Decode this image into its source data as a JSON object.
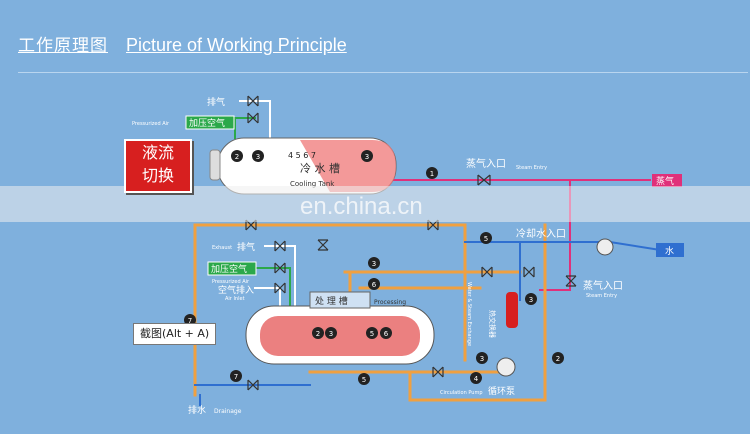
{
  "header": {
    "title_cn": "工作原理图",
    "title_en": "Picture of Working Principle"
  },
  "watermark": "en.china.cn",
  "tooltip": "截图(Alt + A)",
  "control_box": {
    "line1": "液流",
    "line2": "切换"
  },
  "labels": {
    "exhaust_top_cn": "排气",
    "pressurized_air_top_en": "Pressurized Air",
    "pressurized_air_top_cn": "加压空气",
    "cooling_tank_cn": "冷 水 槽",
    "cooling_tank_en": "Cooling Tank",
    "cooling_tank_nums": "4 5 6 7",
    "steam_entry_top_cn": "蒸气入口",
    "steam_entry_top_en": "Steam Entry",
    "steam_tag": "蒸气",
    "exhaust_left_en": "Exhaust",
    "exhaust_left_cn": "排气",
    "pressurized_air_left_cn": "加压空气",
    "pressurized_air_left_en": "Pressurized Air",
    "air_inlet_cn": "空气排入",
    "air_inlet_en": "Air Inlet",
    "cooling_water_entry_cn": "冷却水入口",
    "water_tag": "水",
    "steam_entry_right_cn": "蒸气入口",
    "steam_entry_right_en": "Steam Entry",
    "processing_tank_cn": "处 理 槽",
    "processing_tank_en": "Processing",
    "circulation_pump_en": "Circulation Pump",
    "circulation_pump_cn": "循环泵",
    "drainage_cn": "排水",
    "drainage_en": "Drainage",
    "heat_exchanger_cn": "热交换器",
    "vertical_note": "Water & Steam Exchange"
  },
  "callouts": {
    "n1": "1",
    "n2": "2",
    "n3": "3",
    "n4": "4",
    "n5": "5",
    "n6": "6",
    "n7": "7"
  },
  "colors": {
    "background": "#7fb0dd",
    "steam": "#e0307a",
    "air": "#2ba84a",
    "water": "#f0a040",
    "control": "#d71f1f"
  }
}
